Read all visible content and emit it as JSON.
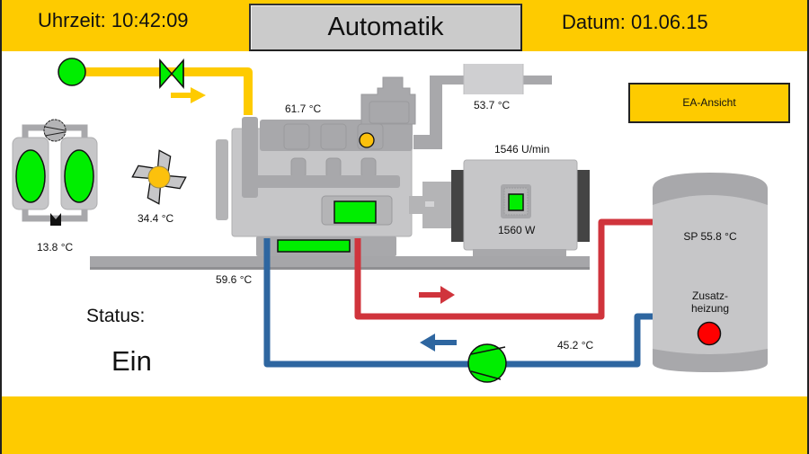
{
  "header": {
    "time_label": "Uhrzeit: 10:42:09",
    "mode_button": "Automatik",
    "date_label": "Datum: 01.06.15"
  },
  "buttons": {
    "io_view": "EA-Ansicht"
  },
  "status": {
    "label": "Status:",
    "value": "Ein"
  },
  "readings": {
    "engine_temp": "61.7 °C",
    "exhaust_temp": "53.7 °C",
    "gen_speed": "1546 U/min",
    "gen_power": "1560 W",
    "fan_temp": "34.4 °C",
    "cooler_temp": "13.8 °C",
    "return_temp_engine": "59.6 °C",
    "return_temp_pump": "45.2 °C",
    "storage_temp": "SP 55.8 °C",
    "aux_heater_line1": "Zusatz-",
    "aux_heater_line2": "heizung"
  },
  "colors": {
    "brand_yellow": "#fecb00",
    "active_green": "#00ff00",
    "alarm_red": "#ff0000",
    "supply_red": "#d0343c",
    "return_blue": "#2e66a0",
    "fuel_yellow": "#fecb00",
    "machine_gray": "#a8a8ab"
  },
  "indicators": {
    "gas_source": "on",
    "gas_valve": "open",
    "cooler_left": "on",
    "cooler_right": "on",
    "engine_status": "on",
    "engine_base": "on",
    "generator": "on",
    "circulation_pump": "on",
    "aux_heater": "off"
  }
}
